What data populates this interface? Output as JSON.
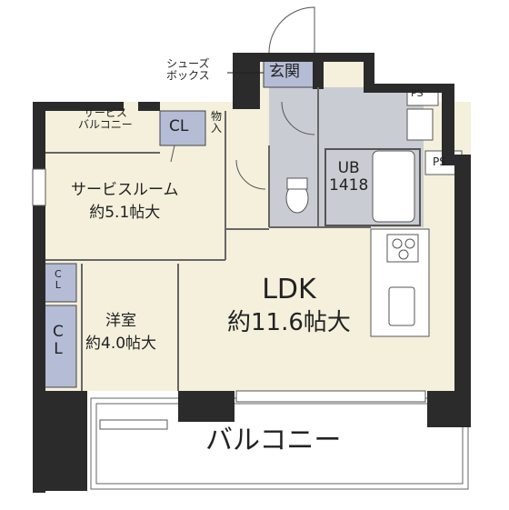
{
  "plan": {
    "rooms": {
      "service_room": {
        "name": "サービスルーム",
        "area": "約5.1帖大"
      },
      "western_room": {
        "name": "洋室",
        "area": "約4.0帖大"
      },
      "ldk": {
        "name": "LDK",
        "area": "約11.6帖大"
      },
      "entrance": {
        "name": "玄関"
      },
      "bath": {
        "name": "UB",
        "size": "1418"
      },
      "balcony": {
        "name": "バルコニー"
      },
      "service_balcony": {
        "line1": "サービス",
        "line2": "バルコニー"
      },
      "shoes_box": {
        "line1": "シューズ",
        "line2": "ボックス"
      }
    },
    "storage": {
      "cl_top": "CL",
      "cl_left_small_1": "C",
      "cl_left_small_2": "L",
      "cl_left_big_1": "C",
      "cl_left_big_2": "L",
      "storeroom_1": "物",
      "storeroom_2": "入"
    },
    "ps_labels": {
      "ps_upper": "PS",
      "ps_right": "PS"
    },
    "colors": {
      "wall": "#2b2b2b",
      "floor": "#f4f0dc",
      "wet_area": "#c9ccd2",
      "storage": "#b5bcd6",
      "outline": "#555555"
    }
  }
}
